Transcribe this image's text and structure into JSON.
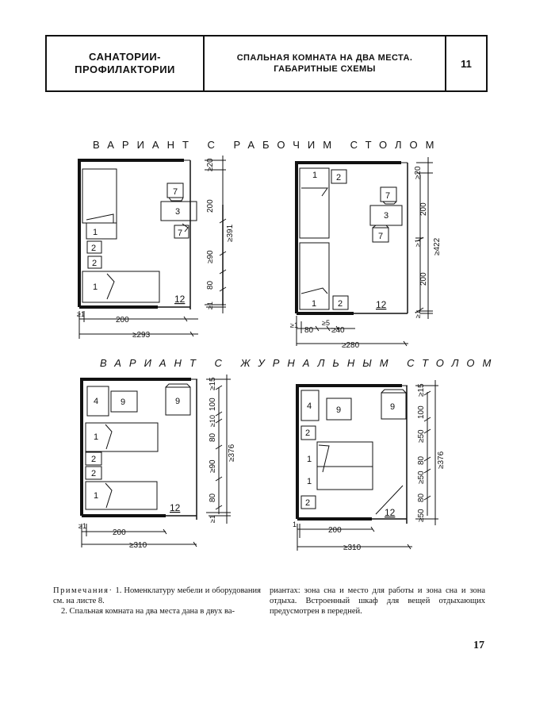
{
  "header": {
    "section_line1": "САНАТОРИИ-",
    "section_line2": "ПРОФИЛАКТОРИИ",
    "title_line1": "СПАЛЬНАЯ КОМНАТА НА ДВА МЕСТА.",
    "title_line2": "ГАБАРИТНЫЕ СХЕМЫ",
    "sheet_number": "11"
  },
  "variant1_title": "ВАРИАНТ С РАБОЧИМ СТОЛОМ",
  "variant2_title": "ВАРИАНТ С ЖУРНАЛЬНЫМ СТОЛОМ",
  "plan_a": {
    "room_label": "12",
    "items": [
      "1",
      "1",
      "2",
      "2",
      "7",
      "3",
      "7"
    ],
    "dims_right": [
      "≥20",
      "200",
      "≥90",
      "80",
      "≥1"
    ],
    "dim_total_right": "≥391",
    "dims_bottom": [
      "≥1",
      "200"
    ],
    "dim_total_bottom": "≥293"
  },
  "plan_b": {
    "room_label": "12",
    "items": [
      "1",
      "2",
      "7",
      "3",
      "7",
      "1",
      "2"
    ],
    "dims_right": [
      "≥20",
      "200",
      "≥1",
      "200",
      "≥1"
    ],
    "dim_total_right": "≥422",
    "dims_bottom": [
      "≥1",
      "80",
      "≥5",
      "≥40"
    ],
    "dim_total_bottom": "≥280"
  },
  "plan_c": {
    "room_label": "12",
    "items": [
      "4",
      "9",
      "9",
      "1",
      "2",
      "2",
      "1"
    ],
    "dims_right": [
      "≥15",
      "100",
      "≥10",
      "80",
      "≥90",
      "80",
      "≥1"
    ],
    "dim_total_right": "≥376",
    "dims_bottom": [
      "≥1",
      "200"
    ],
    "dim_total_bottom": "≥310"
  },
  "plan_d": {
    "room_label": "12",
    "items": [
      "4",
      "9",
      "9",
      "2",
      "1",
      "1",
      "2"
    ],
    "dims_right": [
      "≥15",
      "100",
      "≥50",
      "80",
      "≥50",
      "80",
      "≥50"
    ],
    "dim_total_right": "≥376",
    "dims_bottom": [
      "1",
      "200"
    ],
    "dim_total_bottom": "≥310"
  },
  "notes": {
    "label": "Примечания·",
    "note1": " 1. Номенклатуру мебели и оборудования см. на листе 8.",
    "note2": "2. Спальная комната на два места дана в двух ва-",
    "note2_cont": "риантах: зона сна и место для работы и зона сна и зона отдыха. Встроенный шкаф для вещей отдыхающих предусмотрен в передней."
  },
  "page_number": "17"
}
